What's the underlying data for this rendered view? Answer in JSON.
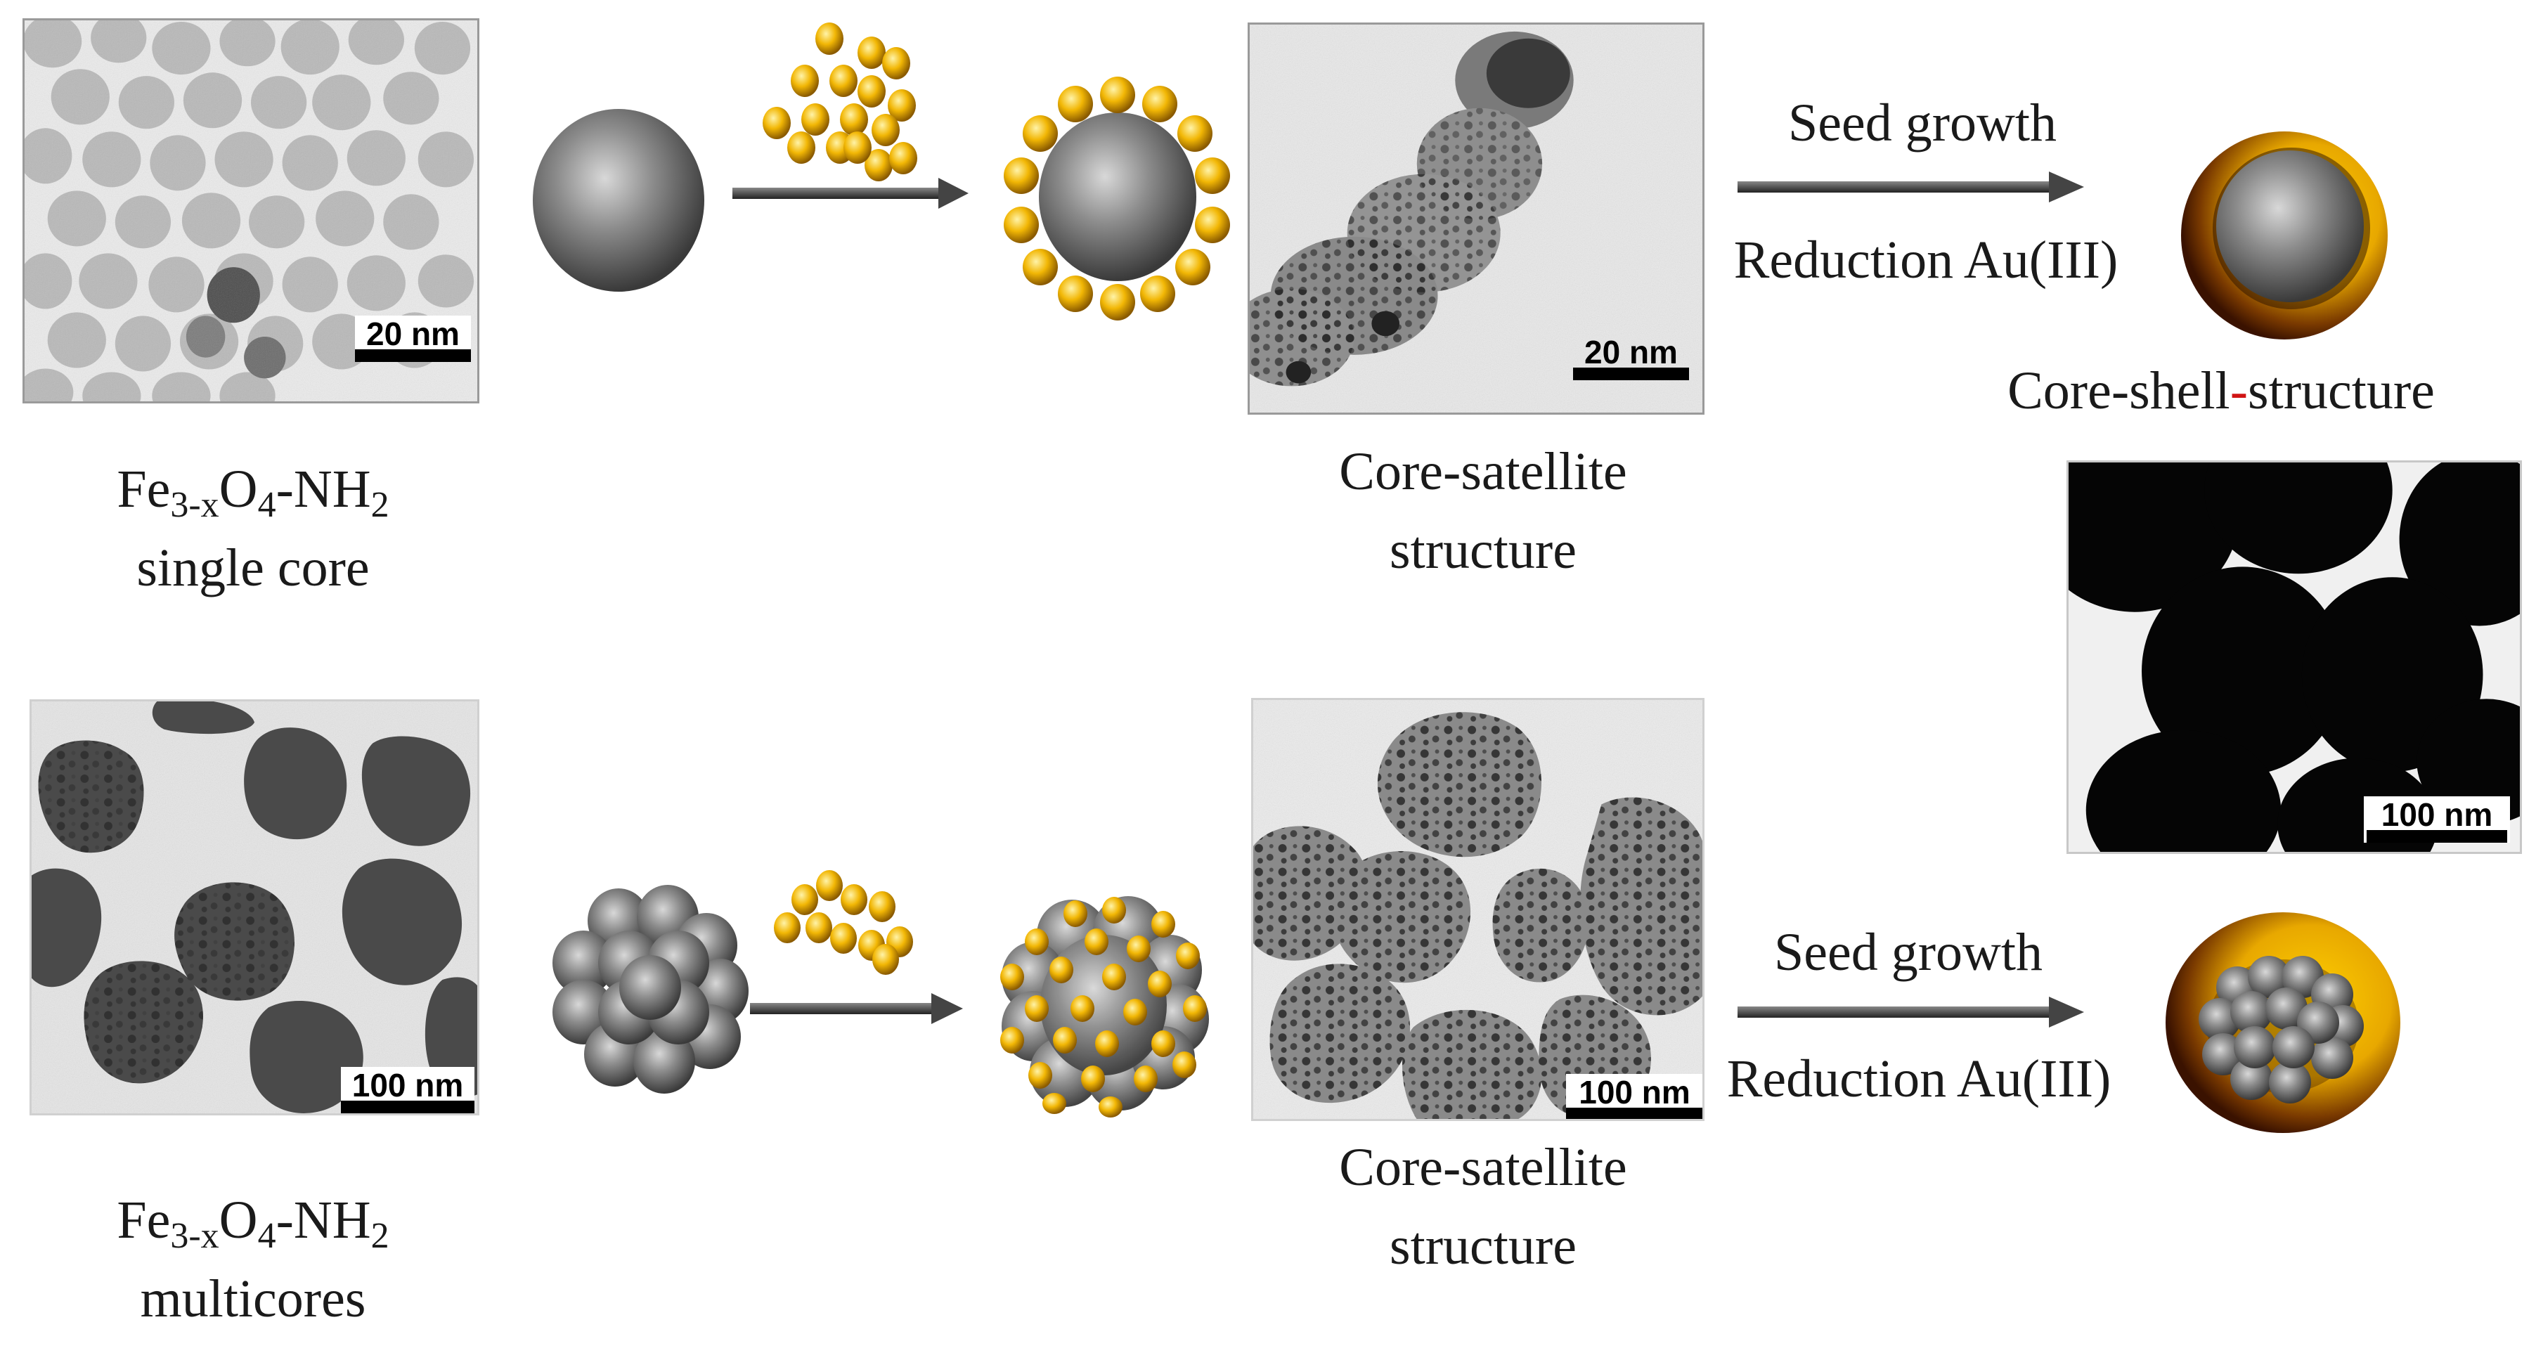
{
  "labels": {
    "single_core_formula_prefix": "Fe",
    "single_core_formula_sub1": "3-x",
    "single_core_formula_mid": "O",
    "single_core_formula_sub2": "4",
    "single_core_formula_suffix": "-NH",
    "single_core_formula_sub3": "2",
    "single_core_name": "single core",
    "multi_core_formula_prefix": "Fe",
    "multi_core_formula_sub1": "3-x",
    "multi_core_formula_mid": "O",
    "multi_core_formula_sub2": "4",
    "multi_core_formula_suffix": "-NH",
    "multi_core_formula_sub3": "2",
    "multi_core_name": "multicores",
    "core_satellite_top_line1": "Core-satellite",
    "core_satellite_top_line2": "structure",
    "core_satellite_bottom_line1": "Core-satellite",
    "core_satellite_bottom_line2": "structure",
    "core_shell_part1": "Core-shell",
    "core_shell_dash": "-",
    "core_shell_part2": "structure"
  },
  "arrows": {
    "top_above": "Seed growth",
    "top_below": "Reduction Au(III)",
    "bottom_above": "Seed growth",
    "bottom_below": "Reduction Au(III)"
  },
  "scale_bars": {
    "tem_single_core": "20 nm",
    "tem_core_satellite_top": "20 nm",
    "tem_multi_core": "100 nm",
    "tem_core_satellite_bottom": "100 nm",
    "tem_core_shell": "100 nm"
  },
  "colors": {
    "gold": "#f2b705",
    "gold_dark": "#b07a00",
    "iron_oxide": "#707070",
    "arrow": "#444444"
  },
  "icons": {
    "single_core": "sphere-icon",
    "gold_seeds": "gold-nanoparticle-cluster-icon",
    "core_satellite_single": "core-satellite-sphere-icon",
    "core_shell_single": "core-shell-sphere-icon",
    "multi_core": "multicore-cluster-icon",
    "core_satellite_multi": "multicore-satellite-icon",
    "core_shell_multi": "multicore-shell-icon"
  }
}
